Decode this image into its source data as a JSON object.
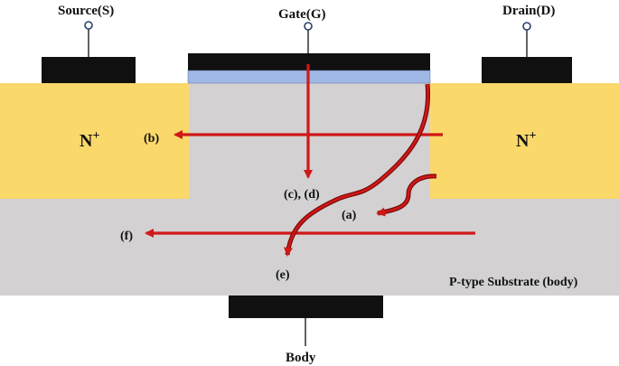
{
  "terminals": {
    "source": "Source(S)",
    "gate": "Gate(G)",
    "drain": "Drain(D)",
    "body": "Body"
  },
  "regions": {
    "source_doping": "N",
    "drain_doping": "N",
    "doping_superscript": "+",
    "substrate": "P-type Substrate (body)"
  },
  "current_labels": {
    "a": "(a)",
    "b": "(b)",
    "cd": "(c), (d)",
    "e": "(e)",
    "f": "(f)"
  },
  "colors": {
    "substrate": "#d3d1d2",
    "n_region": "#fbd86a",
    "contact": "#101010",
    "gate_oxide": "#9fb7e4",
    "arrow": "#d01818",
    "arrow_dark": "#7a0a0a"
  }
}
